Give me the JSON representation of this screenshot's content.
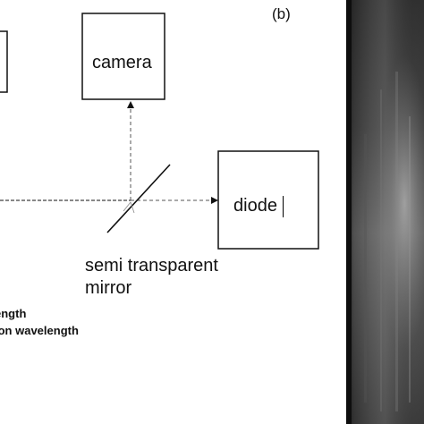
{
  "panel_label": "(b)",
  "diagram": {
    "camera_label": "camera",
    "diode_label": "diode",
    "mirror_label_line1": "semi transparent",
    "mirror_label_line2": "mirror"
  },
  "legend": {
    "line1": "ength",
    "line2": "ion wavelength"
  },
  "colors": {
    "line": "#111111",
    "photo_dark": "#2a2a2a",
    "photo_mid": "#6a6a6a",
    "photo_light": "#9a9a9a"
  }
}
